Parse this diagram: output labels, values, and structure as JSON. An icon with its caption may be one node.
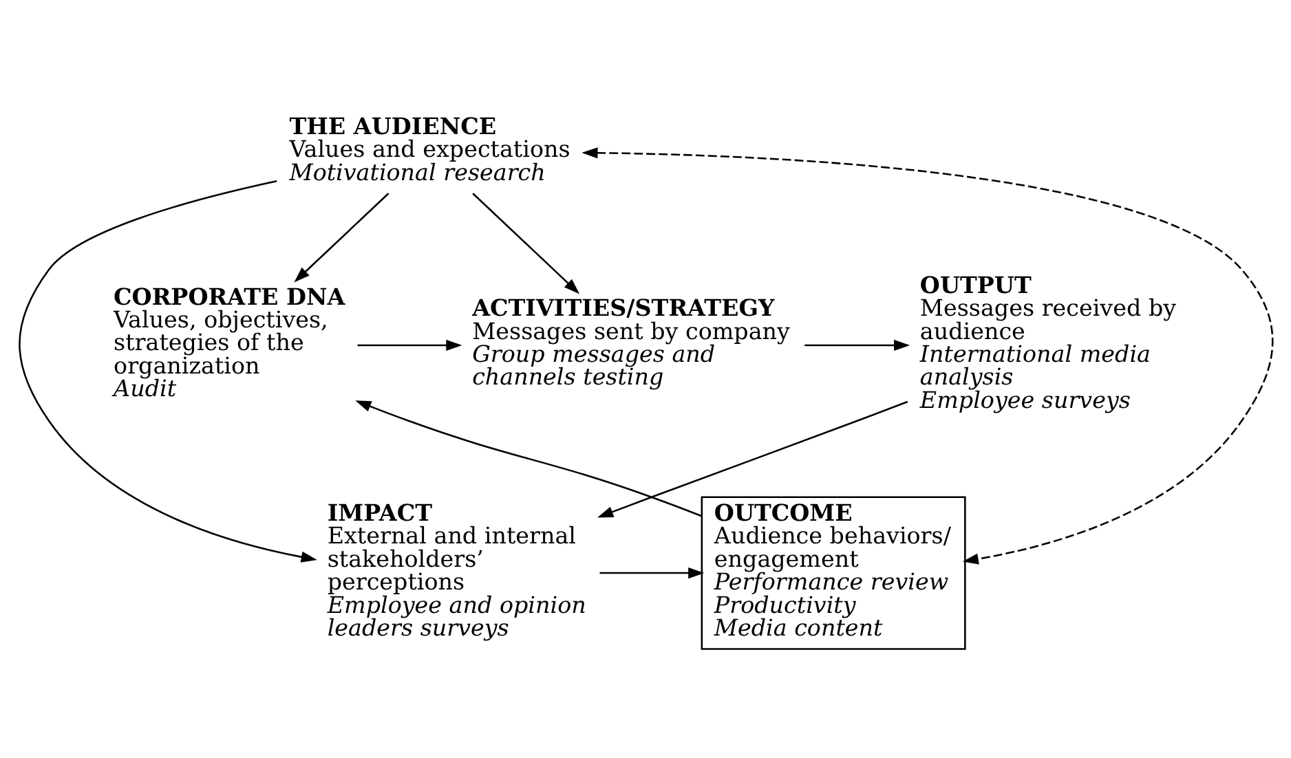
{
  "diagram": {
    "nodes": [
      {
        "text": [
          "CORPORATE DNA",
          "Values, objectives, strategies of the organization",
          "Audit"
        ]
      },
      {
        "text": [
          "ACTIVITIES/STRATEGY",
          "Messages sent by company",
          "Group messages and channels testing"
        ]
      },
      {
        "text": [
          "OUTPUT",
          "Messages received by audience",
          "International media analysis",
          "Employee surveys"
        ]
      },
      {
        "text": [
          "THE AUDIENCE",
          "Values and expectations",
          "Motivational research"
        ]
      },
      {
        "text": [
          "OUTCOME",
          "Audience behaviors/ engagement",
          "Performance review",
          "Productivity",
          "Media content"
        ]
      },
      {
        "text": [
          "IMPACT",
          "External and internal stakeholders’ perceptions",
          "Employee and opinion leaders surveys"
        ]
      }
    ],
    "edges": [
      {
        "from": 0,
        "to": 1,
        "arrow": "to"
      },
      {
        "from": 1,
        "to": 2,
        "arrow": "to"
      },
      {
        "from": 3,
        "to": 0,
        "arrow": "to"
      },
      {
        "from": 3,
        "to": 1,
        "arrow": "to"
      },
      {
        "from": 3,
        "to": 5,
        "arrow": "to"
      },
      {
        "from": 2,
        "to": 5,
        "arrow": "to"
      },
      {
        "from": 3,
        "to": 4,
        "arrow": "both",
        "style": "dashed"
      },
      {
        "from": 5,
        "to": 4,
        "arrow": "to"
      },
      {
        "from": 4,
        "to": 0,
        "arrow": "to"
      }
    ]
  }
}
